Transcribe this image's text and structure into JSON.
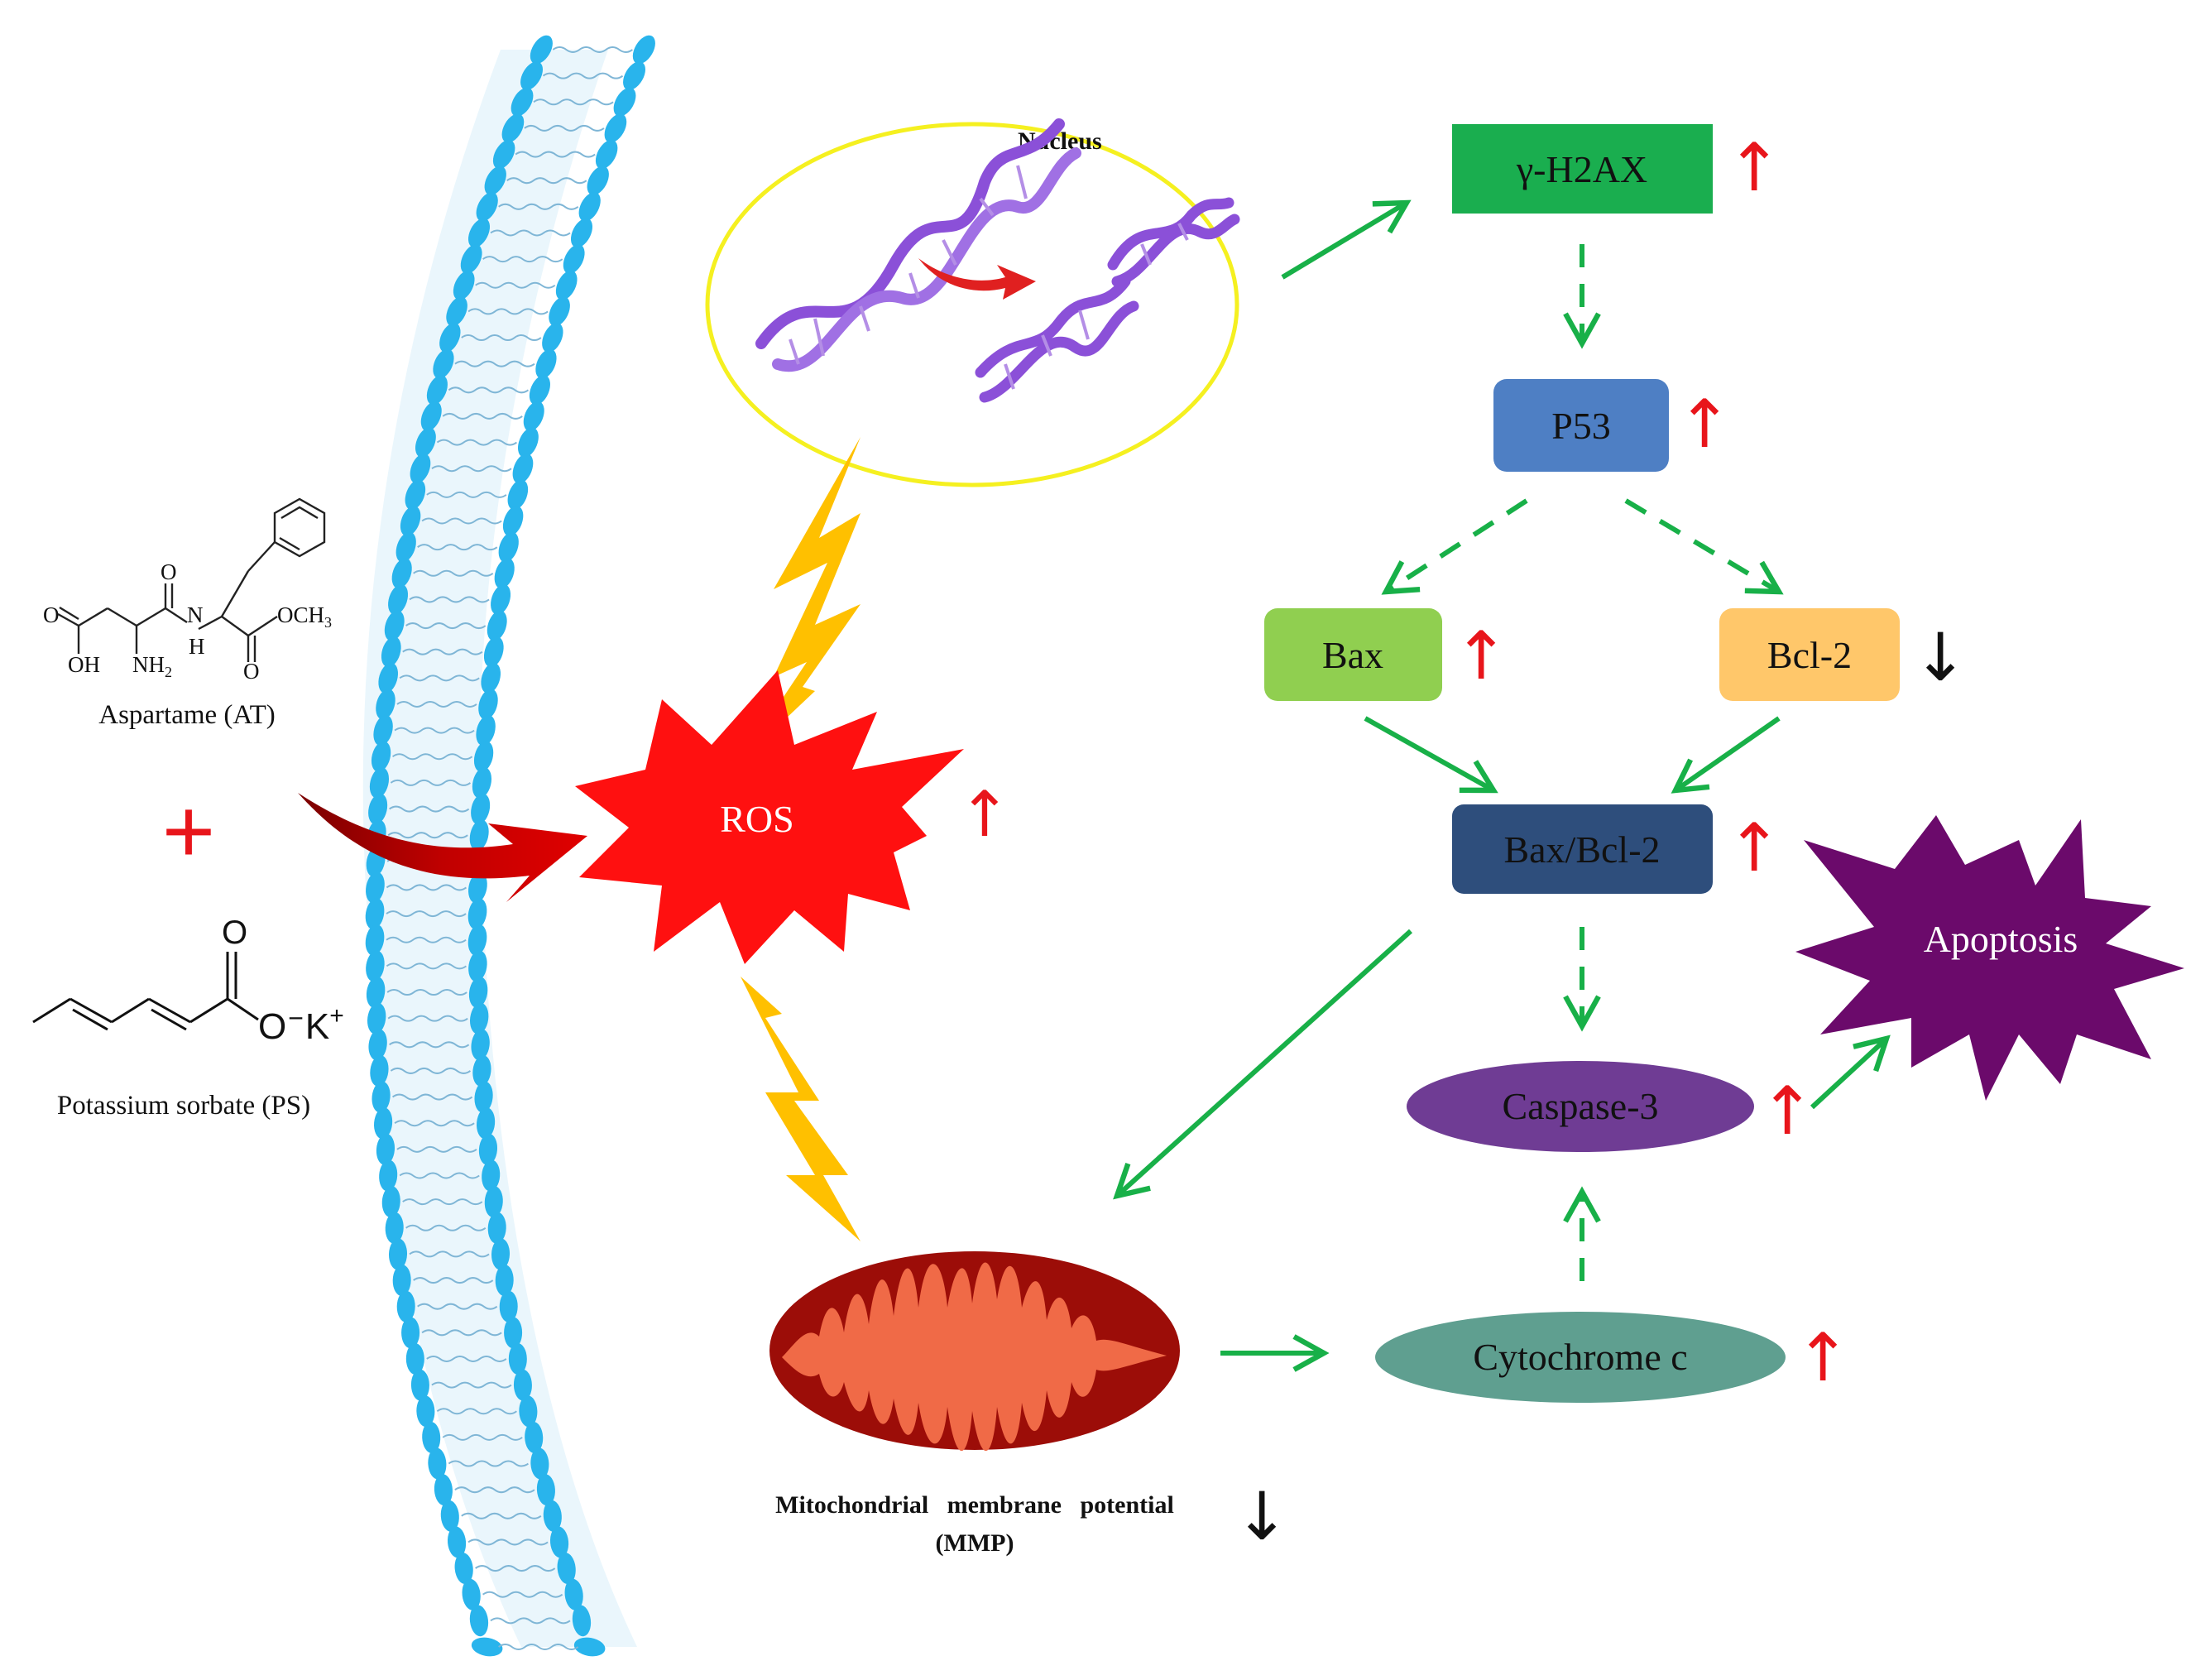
{
  "nucleus": {
    "label": "Nucleus"
  },
  "compounds": {
    "aspartame": {
      "name": "Aspartame (AT)",
      "groups": {
        "oh": "OH",
        "nh2": "NH",
        "nh2_sub": "2",
        "nh": "N",
        "h": "H",
        "ome": "OCH",
        "ome_sub": "3",
        "o1": "O",
        "o2": "O",
        "o3": "O"
      }
    },
    "plus": "+",
    "sorbate": {
      "name": "Potassium sorbate (PS)",
      "o": "O",
      "ok": "O",
      "minus": "−",
      "k": "K",
      "plus": "+"
    }
  },
  "ros": {
    "label": "ROS",
    "trend": "up"
  },
  "nodes": {
    "h2ax": {
      "label": "γ-H2AX",
      "trend": "up",
      "color": "#1aae4f"
    },
    "p53": {
      "label": "P53",
      "trend": "up",
      "color": "#4e7fc4"
    },
    "bax": {
      "label": "Bax",
      "trend": "up",
      "color": "#90cf50"
    },
    "bcl2": {
      "label": "Bcl-2",
      "trend": "down",
      "color": "#ffc76a"
    },
    "baxbcl2": {
      "label": "Bax/Bcl-2",
      "trend": "up",
      "color": "#2e4e7c"
    },
    "caspase3": {
      "label": "Caspase-3",
      "trend": "up",
      "color": "#6f3c94"
    },
    "cytochrome": {
      "label": "Cytochrome c",
      "trend": "up",
      "color": "#5f9f90"
    },
    "apoptosis": {
      "label": "Apoptosis",
      "color": "#6b0a6b"
    }
  },
  "mitochondria": {
    "label_line1": "Mitochondrial   membrane   potential",
    "label_line2": "(MMP)",
    "trend": "down"
  },
  "colors": {
    "arrow_green": "#18b048",
    "up_red": "#e8151b",
    "down_black": "#111111",
    "membrane_blue": "#29b4ec",
    "bolt": "#ffc000",
    "nucleus_outline": "#ffff2a"
  }
}
